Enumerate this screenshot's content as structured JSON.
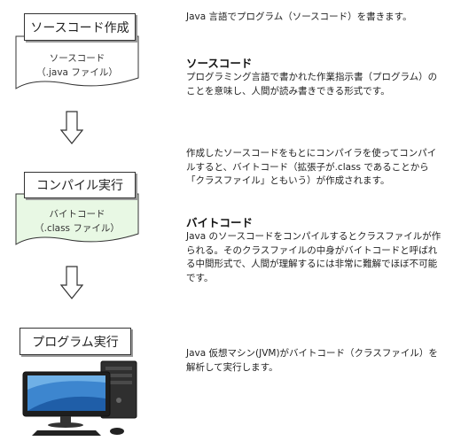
{
  "steps": [
    {
      "label": "ソースコード作成",
      "doc_line1": "ソースコード",
      "doc_line2": "（.java ファイル）",
      "doc_color": "#ffffff"
    },
    {
      "label": "コンパイル実行",
      "doc_line1": "バイトコード",
      "doc_line2": "（.class ファイル）",
      "doc_color": "#e8f8e4"
    },
    {
      "label": "プログラム実行"
    }
  ],
  "notes": {
    "intro": "Java 言語でプログラム（ソースコード）を書きます。",
    "source_heading": "ソースコード",
    "source_body": "プログラミング言語で書かれた作業指示書（プログラム）のことを意味し、人間が読み書きできる形式です。",
    "compile_text": "作成したソースコードをもとにコンパイラを使ってコンパイルすると、バイトコード（拡張子が.class であることから「クラスファイル」ともいう）が作成されます。",
    "bytecode_heading": "バイトコード",
    "bytecode_body": "Java のソースコードをコンパイルするとクラスファイルが作られる。そのクラスファイルの中身がバイトコードと呼ばれる中間形式で、人間が理解するには非常に難解でほぼ不可能です。",
    "run_text": "Java 仮想マシン(JVM)がバイトコード（クラスファイル）を解析して実行します。"
  },
  "colors": {
    "border": "#333333",
    "compiled_doc_fill": "#e8f8e4",
    "arrow": "#333333"
  },
  "icons": [
    "document-icon",
    "down-arrow-icon",
    "desktop-computer-icon"
  ]
}
